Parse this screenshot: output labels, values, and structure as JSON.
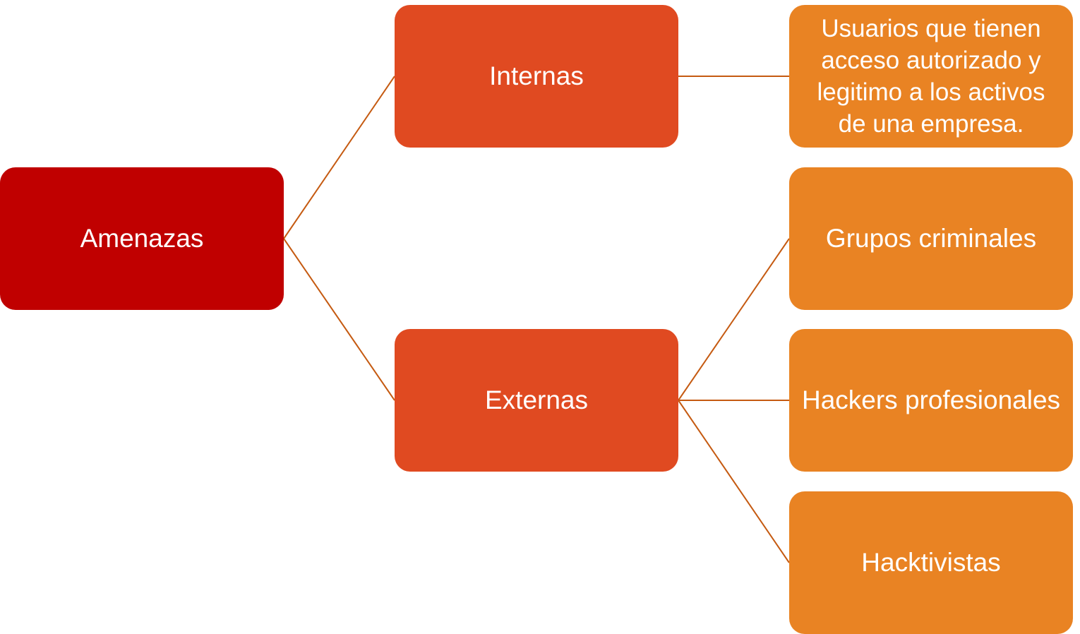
{
  "colors": {
    "root": "#C00000",
    "level1": "#E04A21",
    "level2": "#E98323",
    "connector": "#C55A11"
  },
  "diagram": {
    "root": {
      "label": "Amenazas"
    },
    "internas": {
      "label": "Internas"
    },
    "externas": {
      "label": "Externas"
    },
    "usuarios": {
      "label": "Usuarios que tienen\nacceso autorizado y\nlegitimo a los activos\nde una empresa."
    },
    "grupos": {
      "label": "Grupos criminales"
    },
    "hackers": {
      "label": "Hackers profesionales"
    },
    "hacktivistas": {
      "label": "Hacktivistas"
    }
  }
}
